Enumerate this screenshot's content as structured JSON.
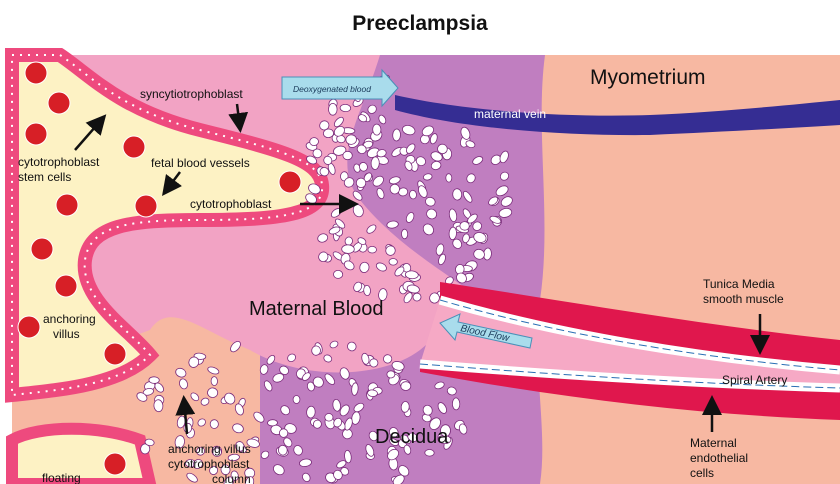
{
  "title": "Preeclampsia",
  "labels": {
    "myometrium": "Myometrium",
    "maternal_vein": "maternal vein",
    "deoxygenated_blood": "Deoxygenated blood",
    "syncytiotrophoblast": "syncytiotrophoblast",
    "cytotrophoblast_stem_1": "cytotrophoblast",
    "cytotrophoblast_stem_2": "stem cells",
    "fetal_blood_vessels": "fetal blood vessels",
    "cytotrophoblast": "cytotrophoblast",
    "maternal_blood": "Maternal Blood",
    "blood_flow": "Blood Flow",
    "anchoring_villus_1": "anchoring",
    "anchoring_villus_2": "villus",
    "tunica_media_1": "Tunica Media",
    "tunica_media_2": "smooth muscle",
    "spiral_artery": "Spiral Artery",
    "decidua": "Decidua",
    "anchoring_column_1": "anchoring villus",
    "anchoring_column_2": "cytotrophoblast",
    "anchoring_column_3": "column",
    "maternal_endothelial_1": "Maternal",
    "maternal_endothelial_2": "endothelial",
    "maternal_endothelial_3": "cells",
    "floating": "floating"
  },
  "colors": {
    "myometrium": "#f7b8a2",
    "decidua": "#c07ec0",
    "maternal_blood": "#f2a3c4",
    "villus_core": "#fdf2c4",
    "syncytio": "#ee4a7e",
    "fetal_vessel": "#d71f26",
    "vein": "#352d93",
    "artery_muscle": "#e0174d",
    "flow_arrow": "#a9dcec"
  }
}
